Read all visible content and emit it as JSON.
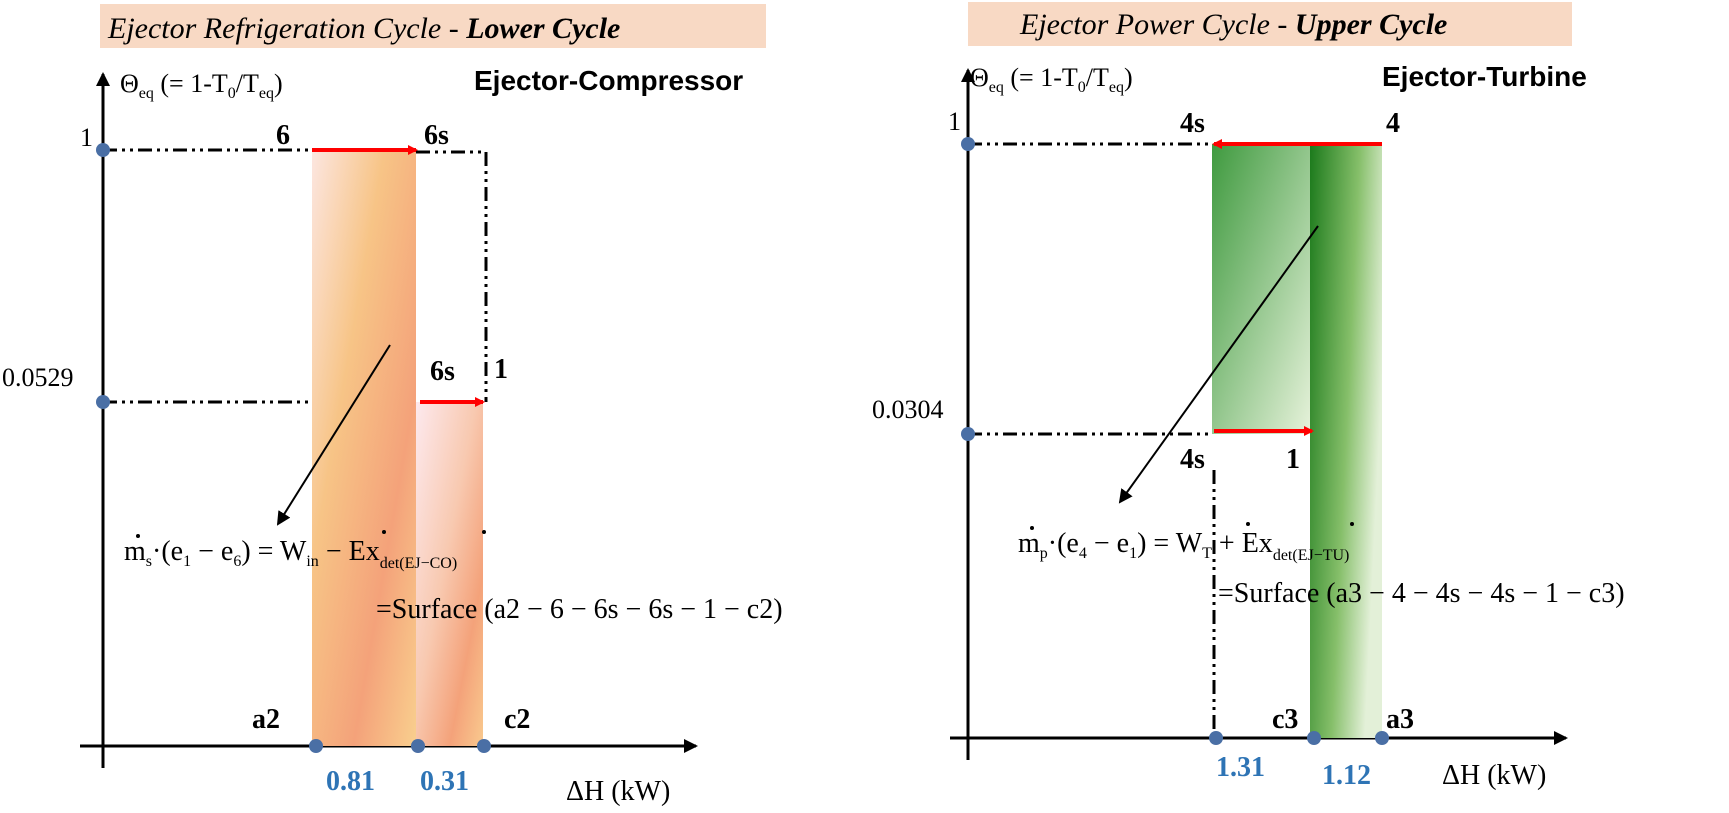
{
  "colors": {
    "red_arrow": "#ff0000",
    "point_marker": "#4a6fa5",
    "value_label": "#2e74b5",
    "title_band": "#f8d9c4",
    "lower_fill": "#f6b784",
    "upper_fill": "#2e8b2e"
  },
  "left": {
    "title_prefix": "Ejector Refrigeration Cycle - ",
    "title_emph": "Lower Cycle",
    "subtitle": "Ejector-Compressor",
    "y_axis_theta": "Θ",
    "y_axis_sub": "eq",
    "y_axis_mid": " (= 1-T",
    "y_axis_sub0": "0",
    "y_axis_slash": "/T",
    "y_axis_close": ")",
    "x_axis_label": "ΔH (kW)",
    "y_tick_top": "1",
    "y_tick_mid": "0.0529",
    "pt_6": "6",
    "pt_6s_top": "6s",
    "pt_6s_mid": "6s",
    "pt_1": "1",
    "pt_a2": "a2",
    "pt_c2": "c2",
    "val_1": "0.81",
    "val_2": "0.31",
    "eq_lhs_m": "m",
    "eq_lhs_sub": "s",
    "eq_lhs_rest": "·(e",
    "eq_e1_sub": "1",
    "eq_minus": " − e",
    "eq_e6_sub": "6",
    "eq_close": ") = ",
    "eq_w": "W",
    "eq_w_sub": "in",
    "eq_op": " − ",
    "eq_ex": "Ex",
    "eq_ex_sub": "det(EJ−CO)",
    "eq_surface": "=Surface (a2 − 6 − 6s − 6s − 1 − c2)"
  },
  "right": {
    "title_prefix": "Ejector Power Cycle - ",
    "title_emph": "Upper Cycle",
    "subtitle": "Ejector-Turbine",
    "y_axis_theta": "Θ",
    "y_axis_sub": "eq",
    "y_axis_mid": " (= 1-T",
    "y_axis_sub0": "0",
    "y_axis_slash": "/T",
    "y_axis_close": ")",
    "x_axis_label": "ΔH (kW)",
    "y_tick_top": "1",
    "y_tick_mid": "0.0304",
    "pt_4s_top": "4s",
    "pt_4": "4",
    "pt_4s_mid": "4s",
    "pt_1": "1",
    "pt_c3": "c3",
    "pt_a3": "a3",
    "val_1": "1.31",
    "val_2": "1.12",
    "eq_lhs_m": "m",
    "eq_lhs_sub": "p",
    "eq_lhs_rest": "·(e",
    "eq_e4_sub": "4",
    "eq_minus": " − e",
    "eq_e1_sub": "1",
    "eq_close": ") = ",
    "eq_w": "W",
    "eq_w_sub": "T",
    "eq_op": " + ",
    "eq_ex": "Ex",
    "eq_ex_sub": "det(EJ−TU)",
    "eq_surface": "=Surface (a3 − 4 − 4s − 4s − 1 − c3)"
  }
}
